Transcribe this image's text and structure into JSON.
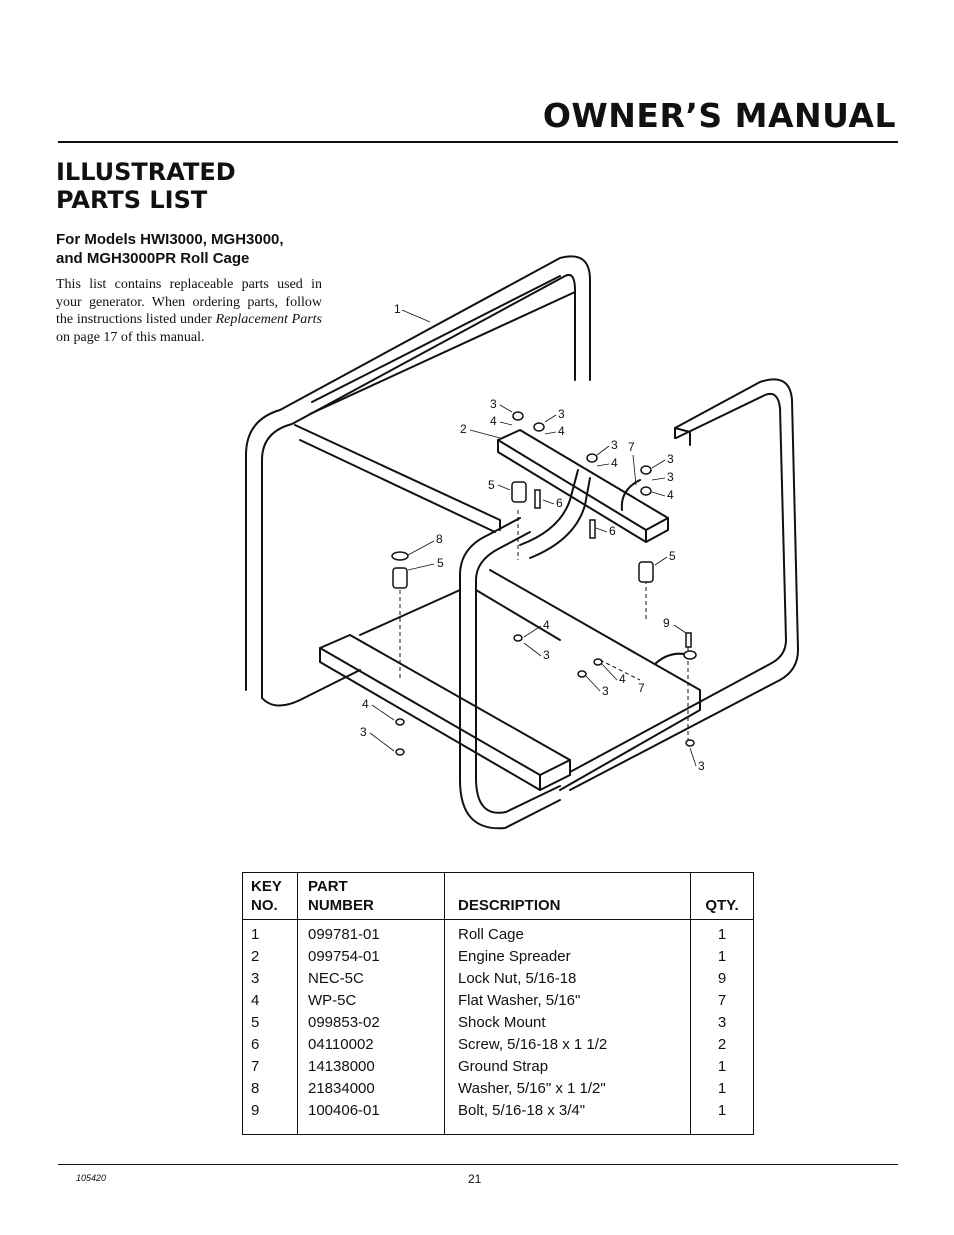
{
  "header": {
    "title": "OWNER’S MANUAL"
  },
  "section": {
    "title_line1": "ILLUSTRATED",
    "title_line2": "PARTS LIST",
    "subtitle_line1": "For Models HWI3000, MGH3000,",
    "subtitle_line2": "and MGH3000PR Roll Cage",
    "intro_part1": "This list contains replaceable parts used in your generator. When ordering parts, follow the instructions listed under",
    "intro_emphasis": "Replacement Parts",
    "intro_part2": "on page 17 of this manual."
  },
  "diagram": {
    "callouts": [
      "1",
      "2",
      "3",
      "4",
      "3",
      "4",
      "3",
      "4",
      "7",
      "3",
      "3",
      "4",
      "5",
      "6",
      "6",
      "8",
      "5",
      "5",
      "9",
      "4",
      "3",
      "4",
      "3",
      "7",
      "4",
      "3",
      "3"
    ]
  },
  "table": {
    "headers": {
      "key_line1": "KEY",
      "key_line2": "NO.",
      "part_line1": "PART",
      "part_line2": "NUMBER",
      "description": "DESCRIPTION",
      "qty": "QTY."
    },
    "rows": [
      {
        "key": "1",
        "part": "099781-01",
        "description": "Roll Cage",
        "qty": "1"
      },
      {
        "key": "2",
        "part": "099754-01",
        "description": "Engine Spreader",
        "qty": "1"
      },
      {
        "key": "3",
        "part": "NEC-5C",
        "description": "Lock Nut, 5/16-18",
        "qty": "9"
      },
      {
        "key": "4",
        "part": "WP-5C",
        "description": "Flat Washer, 5/16\"",
        "qty": "7"
      },
      {
        "key": "5",
        "part": "099853-02",
        "description": "Shock Mount",
        "qty": "3"
      },
      {
        "key": "6",
        "part": "04110002",
        "description": "Screw, 5/16-18 x 1 1/2",
        "qty": "2"
      },
      {
        "key": "7",
        "part": "14138000",
        "description": "Ground Strap",
        "qty": "1"
      },
      {
        "key": "8",
        "part": "21834000",
        "description": "Washer, 5/16\" x 1 1/2\"",
        "qty": "1"
      },
      {
        "key": "9",
        "part": "100406-01",
        "description": "Bolt, 5/16-18 x 3/4\"",
        "qty": "1"
      }
    ]
  },
  "footer": {
    "doc_number": "105420",
    "page_number": "21"
  }
}
